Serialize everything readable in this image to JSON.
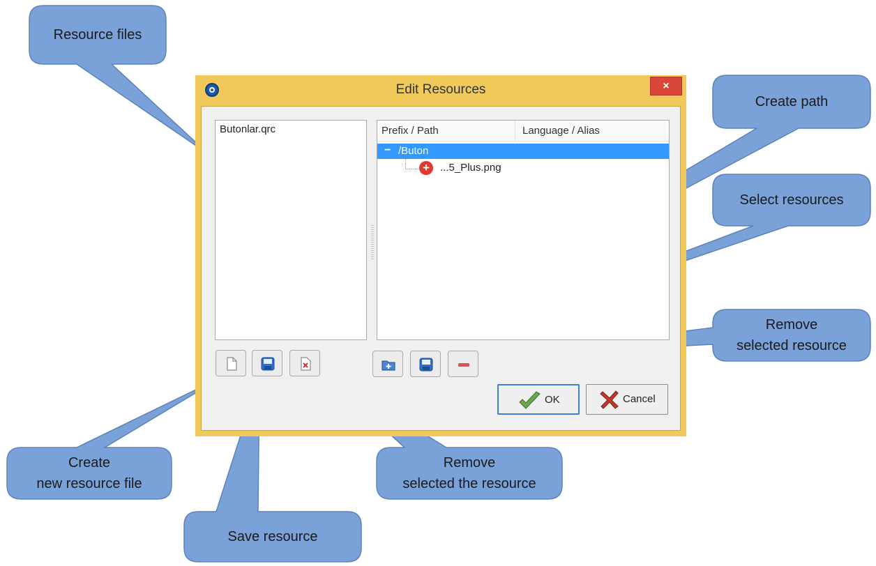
{
  "dialog": {
    "title": "Edit Resources",
    "close_label": "×",
    "file_list": {
      "items": [
        "Butonlar.qrc"
      ]
    },
    "tree": {
      "columns": [
        "Prefix / Path",
        "Language / Alias"
      ],
      "collapse_glyph": "−",
      "prefix": "/Buton",
      "file": "...5_Plus.png"
    },
    "buttons": {
      "ok": "OK",
      "cancel": "Cancel"
    }
  },
  "callouts": {
    "resource_files": [
      "Resource files"
    ],
    "create_path": [
      "Create path"
    ],
    "select_resources": [
      "Select resources"
    ],
    "remove_selected_resource": [
      "Remove",
      "selected resource"
    ],
    "create_new_resource_file": [
      "Create",
      "new resource file"
    ],
    "save_resource": [
      "Save resource"
    ],
    "remove_selected_the_resource": [
      "Remove",
      "selected the resource"
    ]
  },
  "colors": {
    "callout_fill": "#7aa2d8",
    "callout_stroke": "#5b82b8",
    "dialog_frame": "#f1c95a",
    "selection": "#3399ff",
    "close_button": "#d9473a"
  }
}
